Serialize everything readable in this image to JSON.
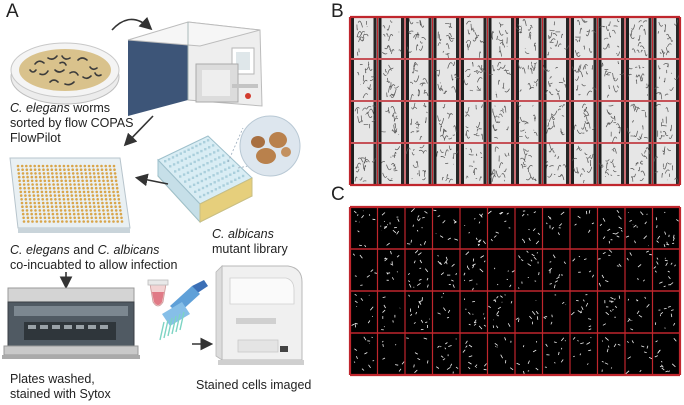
{
  "panels": {
    "a": "A",
    "b": "B",
    "c": "C"
  },
  "captions": {
    "sort": {
      "species": "C. elegans",
      "line1_rest": " worms",
      "line2": "sorted by flow COPAS",
      "line3": "FlowPilot"
    },
    "library": {
      "species": "C. albicans",
      "line2": "mutant library"
    },
    "coincubate": {
      "species1": "C. elegans",
      "and": " and ",
      "species2": "C. albicans",
      "line2": "co-incuabted to allow infection"
    },
    "washed": {
      "line1": "Plates washed,",
      "line2": "stained with Sytox"
    },
    "imaged": {
      "line1": "Stained cells imaged"
    }
  },
  "grid_b": {
    "rows": 4,
    "cols": 12,
    "background": "#d9d9d9",
    "border": "#c0262d"
  },
  "grid_c": {
    "rows": 4,
    "cols": 12,
    "background": "#000000",
    "border": "#c0262d"
  },
  "colors": {
    "flow_cytometer_body": "#3d5578",
    "instrument_grey": "#e8e8ea",
    "petri_dish": "#d9c28c",
    "plate_well": "#d9a54a",
    "arrow": "#333333",
    "grid_red": "#c0262d"
  }
}
